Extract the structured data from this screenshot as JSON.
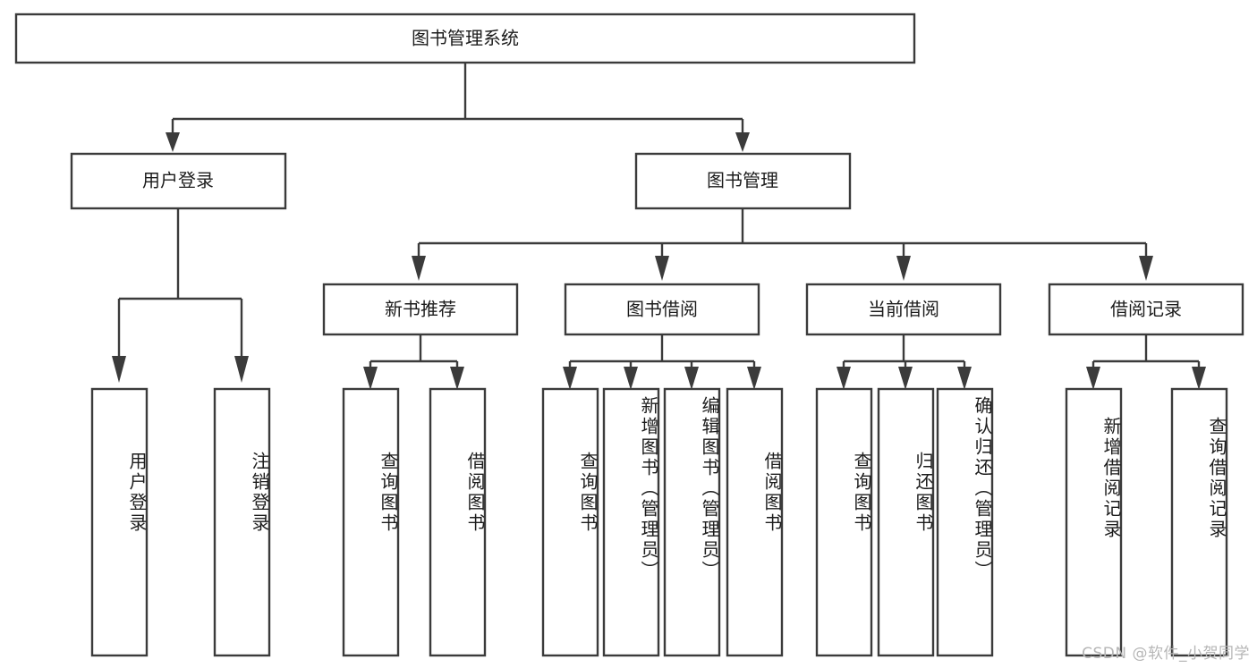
{
  "diagram": {
    "type": "tree-hierarchy",
    "title": "图书管理系统",
    "watermark": "CSDN @软件_小贺同学",
    "colors": {
      "stroke": "#3b3b3b",
      "fill": "#ffffff",
      "text": "#1c1c1c",
      "watermark": "#b6b6b6",
      "background": "#ffffff"
    },
    "nodes": {
      "root": {
        "label": "图书管理系统",
        "orientation": "horizontal"
      },
      "level1": [
        {
          "id": "user-login",
          "label": "用户登录",
          "orientation": "horizontal"
        },
        {
          "id": "book-manage",
          "label": "图书管理",
          "orientation": "horizontal"
        }
      ],
      "level2": [
        {
          "id": "new-book-rec",
          "label": "新书推荐",
          "orientation": "horizontal"
        },
        {
          "id": "book-borrow",
          "label": "图书借阅",
          "orientation": "horizontal"
        },
        {
          "id": "current-borrow",
          "label": "当前借阅",
          "orientation": "horizontal"
        },
        {
          "id": "borrow-record",
          "label": "借阅记录",
          "orientation": "horizontal"
        }
      ],
      "leaves": [
        {
          "id": "leaf-user-login",
          "parent": "user-login",
          "label": "用户登录",
          "orientation": "vertical"
        },
        {
          "id": "leaf-user-logout",
          "parent": "user-login",
          "label": "注销登录",
          "orientation": "vertical"
        },
        {
          "id": "leaf-rec-query-book",
          "parent": "new-book-rec",
          "label": "查询图书",
          "orientation": "vertical"
        },
        {
          "id": "leaf-rec-borrow-book",
          "parent": "new-book-rec",
          "label": "借阅图书",
          "orientation": "vertical"
        },
        {
          "id": "leaf-borrow-query-book",
          "parent": "book-borrow",
          "label": "查询图书",
          "orientation": "vertical"
        },
        {
          "id": "leaf-borrow-add-book",
          "parent": "book-borrow",
          "label": "新增图书（管理员）",
          "orientation": "vertical"
        },
        {
          "id": "leaf-borrow-edit-book",
          "parent": "book-borrow",
          "label": "编辑图书（管理员）",
          "orientation": "vertical"
        },
        {
          "id": "leaf-borrow-borrow-book",
          "parent": "book-borrow",
          "label": "借阅图书",
          "orientation": "vertical"
        },
        {
          "id": "leaf-current-query-book",
          "parent": "current-borrow",
          "label": "查询图书",
          "orientation": "vertical"
        },
        {
          "id": "leaf-current-return-book",
          "parent": "current-borrow",
          "label": "归还图书",
          "orientation": "vertical"
        },
        {
          "id": "leaf-current-confirm-return",
          "parent": "current-borrow",
          "label": "确认归还（管理员）",
          "orientation": "vertical"
        },
        {
          "id": "leaf-record-add",
          "parent": "borrow-record",
          "label": "新增借阅记录",
          "orientation": "vertical"
        },
        {
          "id": "leaf-record-query",
          "parent": "borrow-record",
          "label": "查询借阅记录",
          "orientation": "vertical"
        }
      ]
    }
  }
}
